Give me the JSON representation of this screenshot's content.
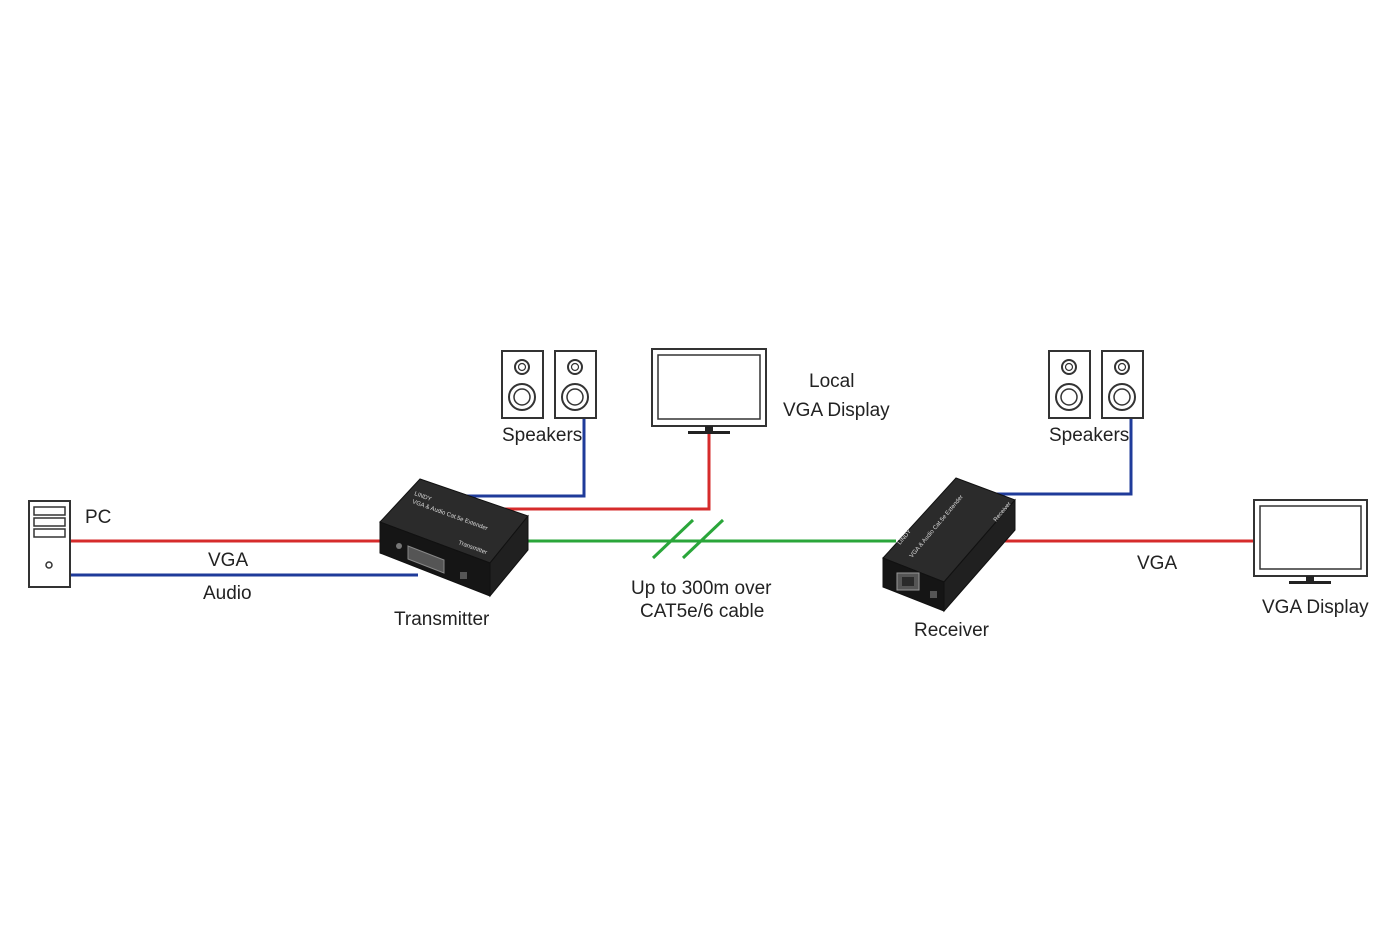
{
  "labels": {
    "pc": "PC",
    "vga_left": "VGA",
    "audio_left": "Audio",
    "transmitter": "Transmitter",
    "speakers_left": "Speakers",
    "local_line1": "Local",
    "local_line2": "VGA Display",
    "cable_line1": "Up to 300m over",
    "cable_line2": "CAT5e/6 cable",
    "receiver": "Receiver",
    "speakers_right": "Speakers",
    "vga_right": "VGA",
    "vga_display": "VGA Display"
  },
  "device_text": {
    "brand": "LINDY",
    "product": "VGA & Audio Cat.5e Extender",
    "tx_side": "Transmitter",
    "rx_side": "Receiver"
  },
  "colors": {
    "vga_cable": "#d62b2b",
    "audio_cable": "#1f3b9a",
    "cat_cable": "#2aa63a",
    "device_body": "#1c1c1c",
    "outline": "#333333"
  }
}
